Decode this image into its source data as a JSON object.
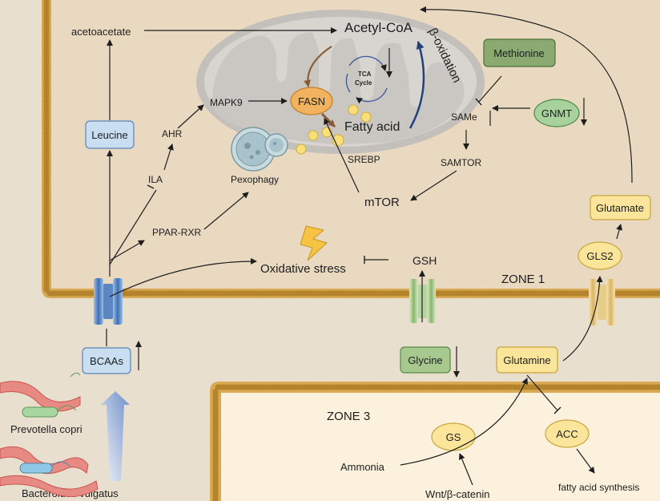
{
  "labels": {
    "acetoacetate": "acetoacetate",
    "acetyl_coa": "Acetyl-CoA",
    "beta_oxidation": "β-oxidation",
    "tca_line1": "TCA",
    "tca_line2": "Cycle",
    "fasn": "FASN",
    "fatty_acid": "Fatty acid",
    "mapk9": "MAPK9",
    "ahr": "AHR",
    "ila": "ILA",
    "pexophagy": "Pexophagy",
    "srebp": "SREBP",
    "mtor": "mTOR",
    "ppar_rxr": "PPAR-RXR",
    "oxidative_stress": "Oxidative stress",
    "gsh": "GSH",
    "leucine": "Leucine",
    "methionine": "Methionine",
    "gnmt": "GNMT",
    "same": "SAMe",
    "samtor": "SAMTOR",
    "glutamate": "Glutamate",
    "gls2": "GLS2",
    "zone1": "ZONE 1",
    "zone3": "ZONE 3",
    "bcaas": "BCAAs",
    "glycine": "Glycine",
    "glutamine": "Glutamine",
    "gs": "GS",
    "acc": "ACC",
    "ammonia": "Ammonia",
    "wnt": "Wnt/β-catenin",
    "fatty_acid_synthesis": "fatty acid synthesis",
    "prevotella": "Prevotella copri",
    "bacteroides": "Bacteroides vulgatus"
  },
  "colors": {
    "outer_bg": "#e9dfcf",
    "zone1_fill": "#e9d9c1",
    "zone3_fill": "#fbf1dc",
    "membrane": "#d6a446",
    "mito_outer": "#c3bfba",
    "mito_inner": "#d8d4cf",
    "blue_box": "#c9dff1",
    "green_box": "#8aaa72",
    "light_green": "#a7d29c",
    "yellow_box": "#fbe59a",
    "fasn": "#f1b35f",
    "beta_arrow": "#21417d",
    "brown_arrow": "#8a5a35"
  }
}
